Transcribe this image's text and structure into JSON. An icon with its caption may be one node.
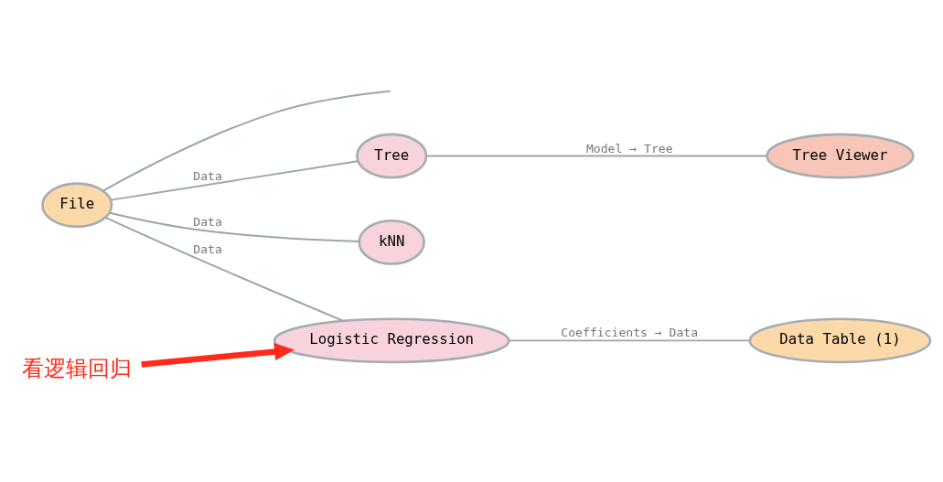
{
  "diagram": {
    "nodes": [
      {
        "text": [
          "File"
        ]
      },
      {
        "text": [
          "Tree"
        ]
      },
      {
        "text": [
          "Tree Viewer"
        ]
      },
      {
        "text": [
          "kNN"
        ]
      },
      {
        "text": [
          "Logistic Regression"
        ]
      },
      {
        "text": [
          "Data Table (1)"
        ]
      },
      {
        "text": [
          "看逻辑回归"
        ]
      }
    ],
    "edges": [
      {
        "from": 0,
        "to": null,
        "arrow": "none"
      },
      {
        "from": 0,
        "to": 1,
        "arrow": "none",
        "label": "Data"
      },
      {
        "from": 1,
        "to": 2,
        "arrow": "none",
        "label": "Model → Tree"
      },
      {
        "from": 0,
        "to": 3,
        "arrow": "none",
        "label": "Data"
      },
      {
        "from": 0,
        "to": 4,
        "arrow": "none",
        "label": "Data"
      },
      {
        "from": 4,
        "to": 5,
        "arrow": "none",
        "label": "Coefficients → Data"
      },
      {
        "from": 6,
        "to": 4,
        "arrow": "to",
        "style": "thick",
        "color": "#ff2a1a"
      }
    ]
  }
}
